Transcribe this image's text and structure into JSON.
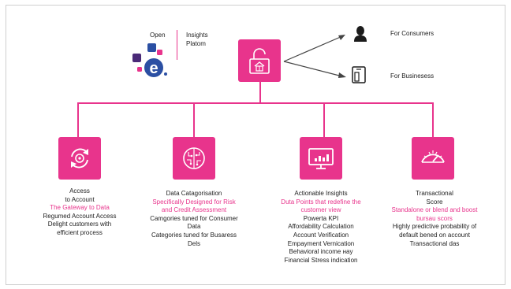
{
  "brand": {
    "open_label": "Open",
    "insights_line1": "Insights",
    "insights_line2": "Platom"
  },
  "targets": {
    "consumers": "For Consumers",
    "businesses": "For Businesess"
  },
  "colors": {
    "pink": "#e8348c",
    "blue": "#2b4fa3",
    "purple": "#4a2a78",
    "dark": "#1b1b1b"
  },
  "columns": [
    {
      "icon": "refresh-target-icon",
      "title": [
        "Access",
        "to Account"
      ],
      "subtitle": [
        "The Gateway to Data"
      ],
      "items": [
        "Regumed Account Access",
        "Delight customers with",
        "efficient process"
      ]
    },
    {
      "icon": "circuit-brain-icon",
      "title": [
        "Data Catagorisation"
      ],
      "subtitle": [
        "Specifically Designed for Risk",
        "and Credit Assessment"
      ],
      "items": [
        "Camgories tuned for Consumer",
        "Data",
        "Categories tuned for Busaress",
        "Dels"
      ]
    },
    {
      "icon": "monitor-chart-icon",
      "title": [
        "Actionable Insights"
      ],
      "subtitle": [
        "Duta Points that redefine the",
        "customer view"
      ],
      "items": [
        "Powerta KPI",
        "Affordability Calculation",
        "Account Verification",
        "Empayment Vernication",
        "Behavioral income наy",
        "Financial Stress indication"
      ]
    },
    {
      "icon": "gauge-icon",
      "title": [
        "Transactional",
        "Score"
      ],
      "subtitle": [
        "Standalone or blend and boost",
        "bursau scors"
      ],
      "items": [
        "Highly predictive probability of",
        "default bened on account",
        "Transactional das"
      ]
    }
  ]
}
